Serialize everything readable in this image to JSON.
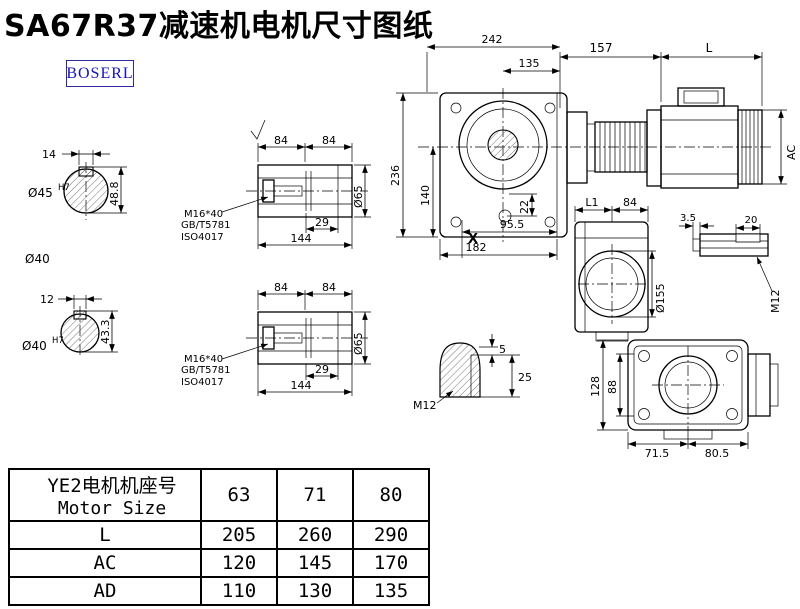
{
  "page": {
    "title": "SA67R37减速机电机尺寸图纸",
    "brand": "BOSERL"
  },
  "dims": {
    "shaft1": {
      "keyway_w": "14",
      "bore": "Ø45",
      "tol": "H7",
      "depth": "48.8",
      "od": "Ø40"
    },
    "shaft2": {
      "keyway_w": "12",
      "bore": "Ø40",
      "tol": "H7",
      "depth": "43.3"
    },
    "bushing": {
      "seg_a": "84",
      "seg_b": "84",
      "bolt": "M16*40",
      "std1": "GB/T5781",
      "std2": "ISO4017",
      "thread_depth": "29",
      "length": "144",
      "dia": "Ø65"
    },
    "front": {
      "overall_w": "242",
      "flange_w": "135",
      "input_len": "157",
      "motor_len": "L",
      "height": "236",
      "axis_h": "140",
      "plug_gap": "22",
      "foot_a": "95.5",
      "foot_b": "182",
      "mark": "X",
      "motor_dia": "AC"
    },
    "side": {
      "l1": "L1",
      "w": "84",
      "key_depth": "3.5",
      "key_w": "20",
      "flange_dia": "Ø155",
      "tap": "M12"
    },
    "tip": {
      "flat": "5",
      "length": "25",
      "tap": "M12"
    },
    "top": {
      "overall_h": "128",
      "inner_h": "88",
      "foot_l": "71.5",
      "foot_r": "80.5"
    }
  },
  "table": {
    "header_cn": "YE2电机机座号",
    "header_en": "Motor Size",
    "sizes": [
      "63",
      "71",
      "80"
    ],
    "rows": [
      {
        "label": "L",
        "values": [
          "205",
          "260",
          "290"
        ]
      },
      {
        "label": "AC",
        "values": [
          "120",
          "145",
          "170"
        ]
      },
      {
        "label": "AD",
        "values": [
          "110",
          "130",
          "135"
        ]
      }
    ]
  }
}
